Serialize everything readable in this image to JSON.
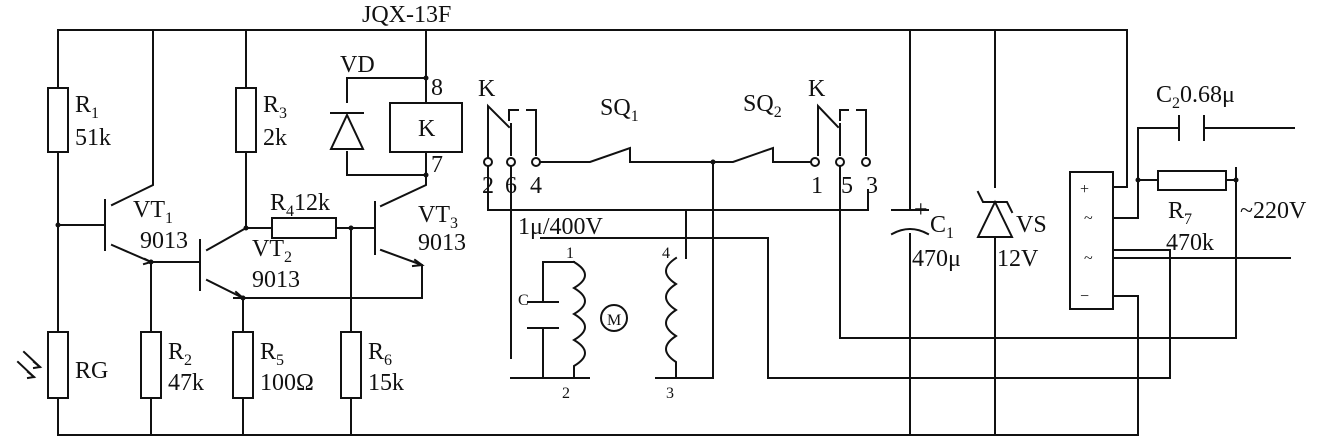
{
  "relay": {
    "model": "JQX-13F",
    "name": "K",
    "pin_top": "8",
    "pin_bottom": "7",
    "diode": "VD"
  },
  "resistors": {
    "r1": {
      "name": "R",
      "sub": "1",
      "value": "51k"
    },
    "r2": {
      "name": "R",
      "sub": "2",
      "value": "47k"
    },
    "r3": {
      "name": "R",
      "sub": "3",
      "value": "2k"
    },
    "r4": {
      "name": "R",
      "sub": "4",
      "value": "12k"
    },
    "r5": {
      "name": "R",
      "sub": "5",
      "value": "100Ω"
    },
    "r6": {
      "name": "R",
      "sub": "6",
      "value": "15k"
    },
    "r7": {
      "name": "R",
      "sub": "7",
      "value": "470k"
    },
    "rg": {
      "name": "RG"
    }
  },
  "transistors": {
    "vt1": {
      "name": "VT",
      "sub": "1",
      "type": "9013"
    },
    "vt2": {
      "name": "VT",
      "sub": "2",
      "type": "9013"
    },
    "vt3": {
      "name": "VT",
      "sub": "3",
      "type": "9013"
    }
  },
  "switches": {
    "k_left": "K",
    "k_right": "K",
    "sq1": {
      "name": "SQ",
      "sub": "1"
    },
    "sq2": {
      "name": "SQ",
      "sub": "2"
    },
    "pins_left": [
      "2",
      "6",
      "4"
    ],
    "pins_right": [
      "1",
      "5",
      "3"
    ]
  },
  "motor": {
    "label": "M",
    "cap_label": "C",
    "cap_value": "1μ/400V",
    "pins": [
      "1",
      "2",
      "4",
      "3"
    ]
  },
  "power": {
    "c1": {
      "name": "C",
      "sub": "1",
      "value": "470μ"
    },
    "c2": {
      "name": "C",
      "sub": "2",
      "value": "0.68μ"
    },
    "vs": {
      "name": "VS",
      "value": "12V"
    },
    "mains": "~220V",
    "bridge": [
      "+",
      "~",
      "~",
      "−"
    ]
  }
}
